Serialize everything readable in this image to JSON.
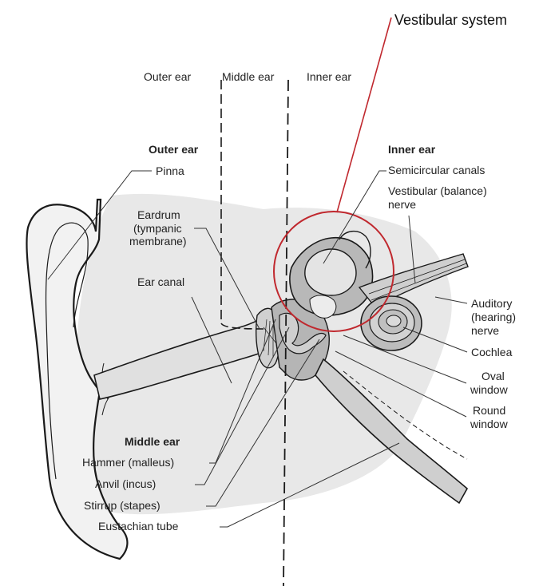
{
  "highlight": {
    "label": "Vestibular system",
    "color": "#c0282e"
  },
  "columns": {
    "outer": "Outer ear",
    "middle": "Middle ear",
    "inner": "Inner ear"
  },
  "outer_ear": {
    "header": "Outer ear",
    "pinna": "Pinna",
    "eardrum": [
      "Eardrum",
      "(tympanic",
      "membrane)"
    ],
    "ear_canal": "Ear canal"
  },
  "inner_ear": {
    "header": "Inner ear",
    "semicircular": "Semicircular canals",
    "vestibular_nerve": [
      "Vestibular (balance)",
      "nerve"
    ],
    "auditory_nerve": [
      "Auditory",
      "(hearing)",
      "nerve"
    ],
    "cochlea": "Cochlea",
    "oval_window": [
      "Oval",
      "window"
    ],
    "round_window": [
      "Round",
      "window"
    ]
  },
  "middle_ear": {
    "header": "Middle ear",
    "hammer": "Hammer (malleus)",
    "anvil": "Anvil (incus)",
    "stirrup": "Stirrup (stapes)",
    "eustachian": "Eustachian tube"
  },
  "colors": {
    "shade": "#e8e8e8",
    "tissue": "#bdbdbd",
    "line": "#1a1a1a"
  }
}
